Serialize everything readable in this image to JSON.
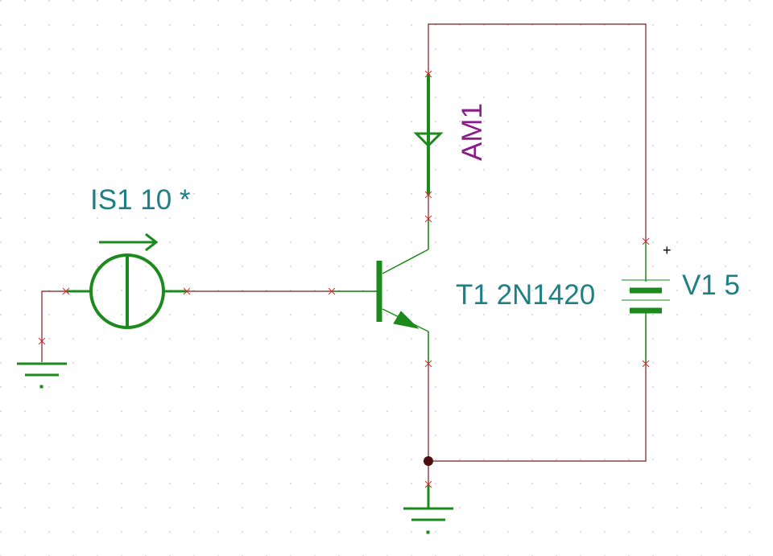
{
  "labels": {
    "current_source": "IS1 10 *",
    "ammeter": "AM1",
    "transistor": "T1 2N1420",
    "voltage_source": "V1 5",
    "plus_sign": "+"
  },
  "colors": {
    "component": "#1c8a1c",
    "wire": "#7a1f1f",
    "pin_marker": "#d12b2b",
    "label_teal": "#1f7f86",
    "label_purple": "#8a1f8a",
    "grid_dot": "#c8c8c8"
  }
}
